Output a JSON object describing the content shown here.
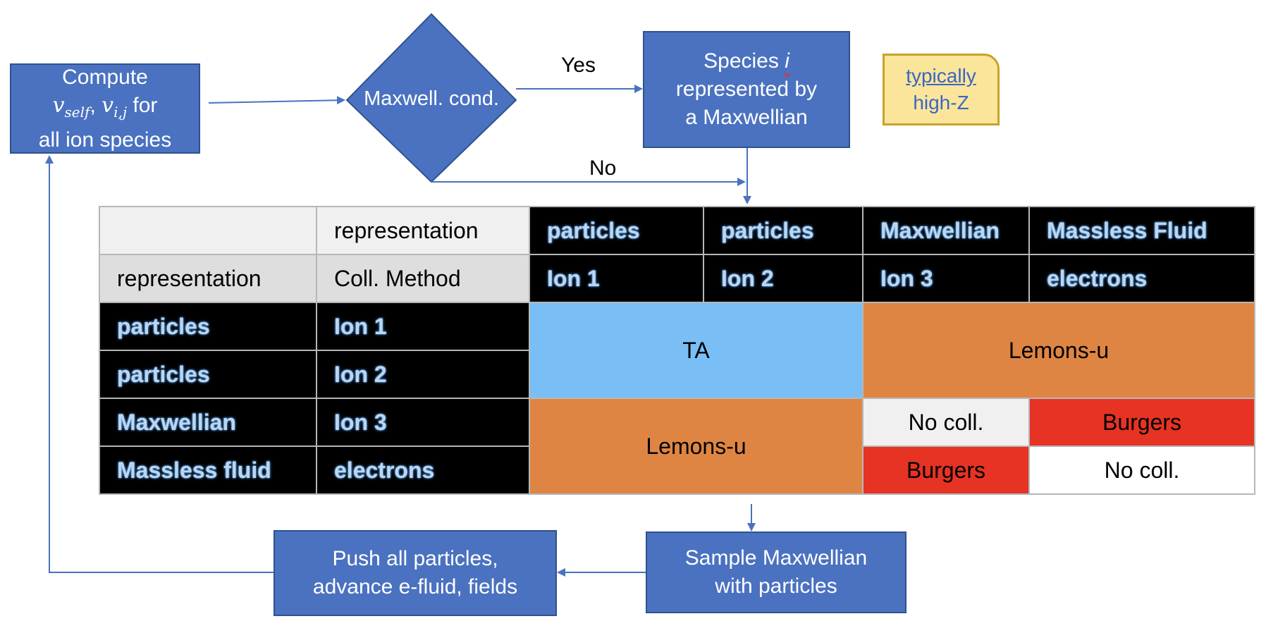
{
  "compute_box": {
    "line1": "Compute",
    "v_self": "v",
    "self_sub": "self",
    "v_ij": "v",
    "ij_sub": "i,j",
    "for": "for",
    "line3": "all ion species"
  },
  "decision": {
    "label": "Maxwell. cond.",
    "yes": "Yes",
    "no": "No"
  },
  "species_box": {
    "line1a": "Species",
    "line1b": "i",
    "line2": "represented by",
    "line3": "a Maxwellian"
  },
  "note": {
    "line1": "typically",
    "line2": "high-Z"
  },
  "table": {
    "header_row1": {
      "col2": "representation",
      "ion1": "particles",
      "ion2": "particles",
      "ion3": "Maxwellian",
      "elec": "Massless Fluid"
    },
    "header_row2": {
      "col1": "representation",
      "col2": "Coll. Method",
      "ion1": "Ion 1",
      "ion2": "Ion 2",
      "ion3": "Ion 3",
      "elec": "electrons"
    },
    "rows": [
      {
        "rep": "particles",
        "species": "Ion 1"
      },
      {
        "rep": "particles",
        "species": "Ion 2"
      },
      {
        "rep": "Maxwellian",
        "species": "Ion 3"
      },
      {
        "rep": "Massless fluid",
        "species": "electrons"
      }
    ],
    "cells": {
      "ta": "TA",
      "lemons_top": "Lemons-u",
      "lemons_bottom": "Lemons-u",
      "no_coll_1": "No coll.",
      "burgers_1": "Burgers",
      "burgers_2": "Burgers",
      "no_coll_2": "No coll."
    }
  },
  "sample_box": {
    "line1": "Sample Maxwellian",
    "line2": "with particles"
  },
  "push_box": {
    "line1": "Push all particles,",
    "line2": "advance e-fluid, fields"
  },
  "colors": {
    "box_fill": "#4a72c0",
    "arrow": "#4a72c0",
    "note_fill": "#fbe59a",
    "ta": "#79bff6",
    "lemons": "#df8543",
    "burgers": "#e63323"
  }
}
